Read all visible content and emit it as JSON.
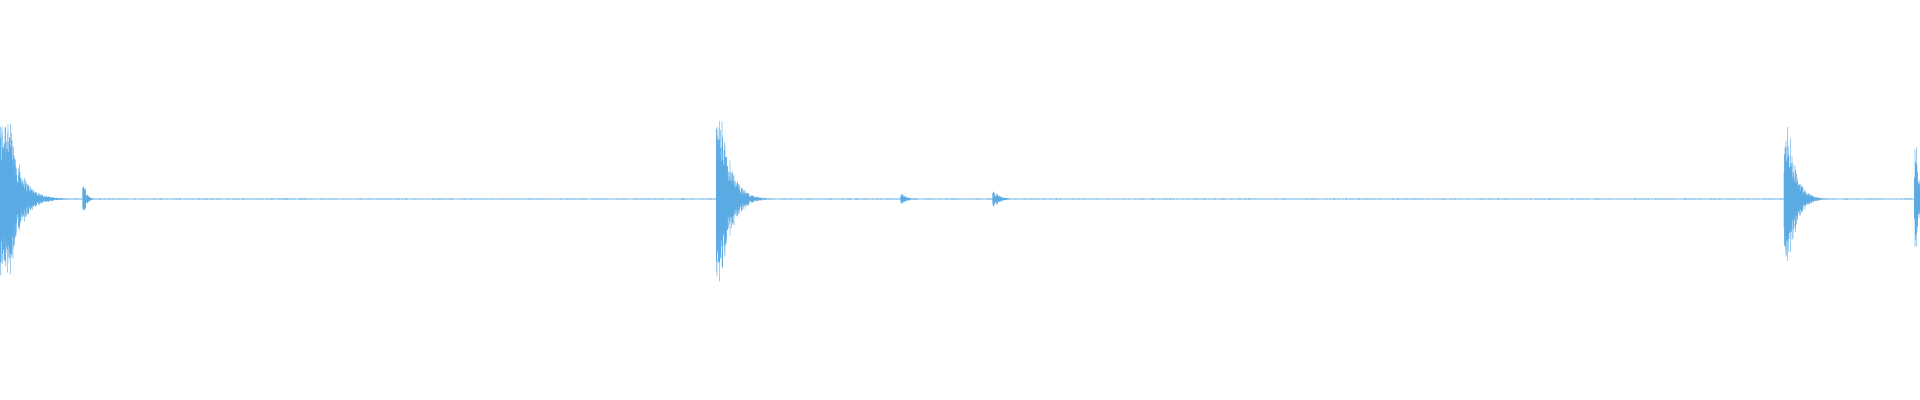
{
  "waveform": {
    "color": "#5aaae4",
    "background": "#ffffff",
    "bursts": [
      {
        "position": 0.004,
        "amplitude": 0.88,
        "decay": 0.006,
        "spread": 0.004
      },
      {
        "position": 0.044,
        "amplitude": 0.14,
        "decay": 0.0015,
        "spread": 0.001
      },
      {
        "position": 0.376,
        "amplitude": 0.88,
        "decay": 0.005,
        "spread": 0.003
      },
      {
        "position": 0.47,
        "amplitude": 0.05,
        "decay": 0.0025,
        "spread": 0.001
      },
      {
        "position": 0.518,
        "amplitude": 0.08,
        "decay": 0.003,
        "spread": 0.001
      },
      {
        "position": 0.931,
        "amplitude": 0.86,
        "decay": 0.004,
        "spread": 0.002
      },
      {
        "position": 0.998,
        "amplitude": 0.55,
        "decay": 0.002,
        "spread": 0.001
      }
    ],
    "noise_level": 0.006
  }
}
